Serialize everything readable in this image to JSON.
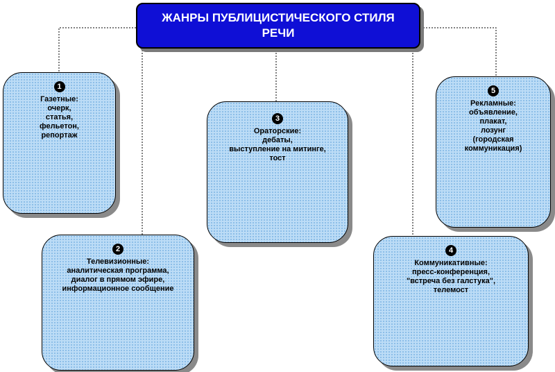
{
  "title": "ЖАНРЫ ПУБЛИЦИСТИЧЕСКОГО СТИЛЯ РЕЧИ",
  "nodes": [
    {
      "num": "1",
      "lines": [
        "Газетные:",
        "очерк,",
        "статья,",
        "фельетон,",
        "репортаж"
      ]
    },
    {
      "num": "2",
      "lines": [
        "Телевизионные:",
        "аналитическая программа,",
        "диалог в прямом эфире,",
        "информационное сообщение"
      ]
    },
    {
      "num": "3",
      "lines": [
        "Ораторские:",
        "дебаты,",
        "выступление на митинге,",
        "тост"
      ]
    },
    {
      "num": "4",
      "lines": [
        "Коммуникативные:",
        "пресс-конференция,",
        "\"встреча без галстука\",",
        "телемост"
      ]
    },
    {
      "num": "5",
      "lines": [
        "Рекламные:",
        "объявление,",
        "плакат,",
        "лозунг",
        "(городская",
        "коммуникация)"
      ]
    }
  ]
}
